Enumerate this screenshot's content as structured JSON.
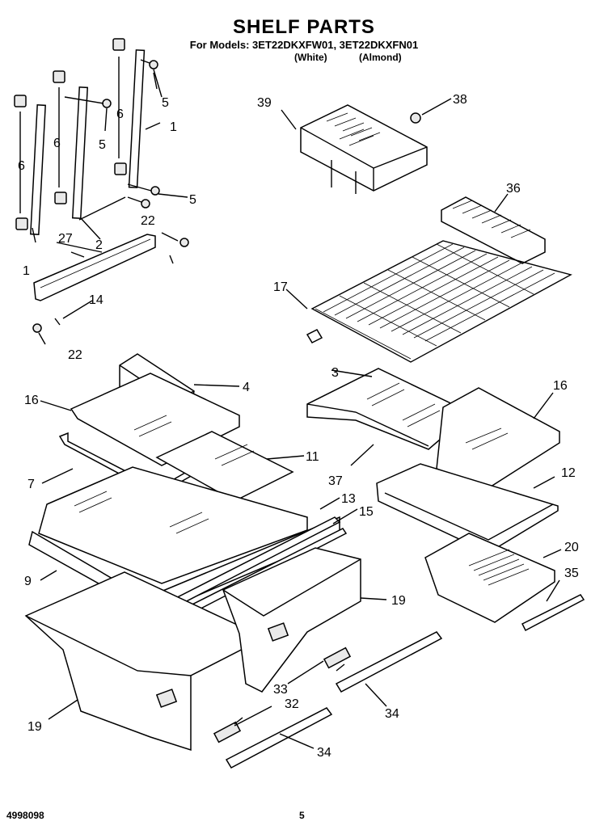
{
  "header": {
    "title": "SHELF PARTS",
    "models": "For Models: 3ET22DKXFW01, 3ET22DKXFN01",
    "sub_white": "(White)",
    "sub_almond": "(Almond)"
  },
  "labels": {
    "l1a": "1",
    "l1b": "1",
    "l2": "2",
    "l3": "3",
    "l4": "4",
    "l5a": "5",
    "l5b": "5",
    "l5c": "5",
    "l6a": "6",
    "l6b": "6",
    "l6c": "6",
    "l7": "7",
    "l9": "9",
    "l11": "11",
    "l12": "12",
    "l13": "13",
    "l14": "14",
    "l15": "15",
    "l16a": "16",
    "l16b": "16",
    "l17": "17",
    "l19a": "19",
    "l19b": "19",
    "l20": "20",
    "l22a": "22",
    "l22b": "22",
    "l27": "27",
    "l32": "32",
    "l33": "33",
    "l34a": "34",
    "l34b": "34",
    "l35": "35",
    "l36": "36",
    "l37": "37",
    "l38": "38",
    "l39": "39"
  },
  "footer": {
    "code": "4998098",
    "page": "5"
  }
}
